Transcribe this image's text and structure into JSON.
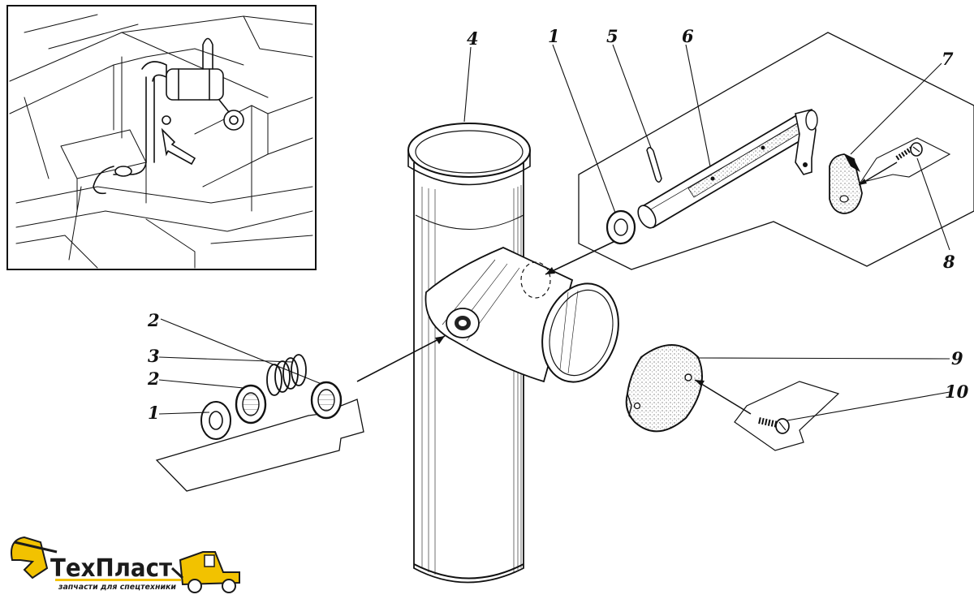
{
  "callouts": {
    "c1_top": "1",
    "c1_left": "1",
    "c2_upper": "2",
    "c2_lower": "2",
    "c3": "3",
    "c4": "4",
    "c5": "5",
    "c6": "6",
    "c7": "7",
    "c8": "8",
    "c9": "9",
    "c10": "10"
  },
  "logo": {
    "name": "ТехПласт",
    "tagline": "запчасти для спецтехники",
    "accent_color": "#f2c200",
    "text_color": "#1b1b1b"
  },
  "icons": [
    "excavator-icon",
    "loader-icon",
    "location-arrow-icon"
  ]
}
